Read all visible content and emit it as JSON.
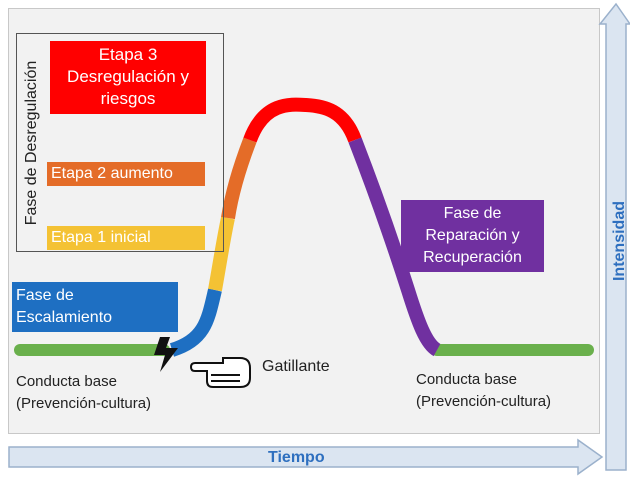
{
  "phase": {
    "title": "Fase de Desregulación",
    "stage3": "Etapa 3\nDesregulación y\nriesgos",
    "stage2": "Etapa 2 aumento",
    "stage1": "Etapa 1 inicial"
  },
  "escalation": "Fase de\nEscalamiento",
  "repair": "Fase de\nReparación y\nRecuperación",
  "trigger": "Gatillante",
  "base_left": "Conducta base\n(Prevención-cultura)",
  "base_right": "Conducta base\n(Prevención-cultura)",
  "axes": {
    "x": "Tiempo",
    "y": "Intensidad"
  },
  "colors": {
    "base": "#6ab04c",
    "escalation": "#1e6fc2",
    "stage1": "#f4c234",
    "stage2": "#e46c28",
    "stage3": "#ff0000",
    "repair": "#7030a0",
    "axis": "#2e6fbf"
  },
  "icons": [
    "lightning-bolt-icon",
    "pointing-hand-icon"
  ]
}
